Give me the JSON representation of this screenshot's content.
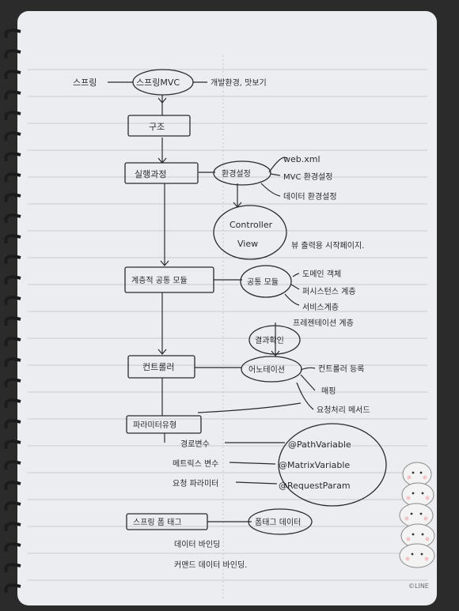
{
  "notes": {
    "row1": {
      "left": "스프링",
      "main": "스프링MVC",
      "right": "개발환경, 맛보기"
    },
    "structure": "구조",
    "flow": {
      "main": "실행과정",
      "side": "환경설정",
      "config_items": [
        "web.xml",
        "MVC 환경설정",
        "데이터 환경설정"
      ],
      "controller_view": [
        "Controller",
        "View"
      ],
      "page_note": "뷰 출력용 시작페이지."
    },
    "layers": {
      "main": "계층적 공통 모듈",
      "side": "공통 모듈",
      "items": [
        "도메인 객체",
        "퍼시스턴스 계층",
        "서비스계층",
        "프레젠테이션 계층"
      ],
      "bubble": "결과확인"
    },
    "controller": {
      "main": "컨트롤러",
      "side": "어노테이션",
      "items": [
        "컨트롤러 등록",
        "매핑",
        "요청처리 메서드"
      ]
    },
    "params": {
      "main": "파라미터유형",
      "items": [
        "경로변수",
        "메트릭스 변수",
        "요청 파라미터"
      ],
      "annotations": [
        "@PathVariable",
        "@MatrixVariable",
        "@RequestParam"
      ]
    },
    "form": {
      "main": "스프링 폼 태그",
      "side": "폼태그 데이터",
      "items": [
        "데이터 바인딩",
        "커맨드 데이터 바인딩."
      ]
    },
    "watermark": "©LINE"
  }
}
